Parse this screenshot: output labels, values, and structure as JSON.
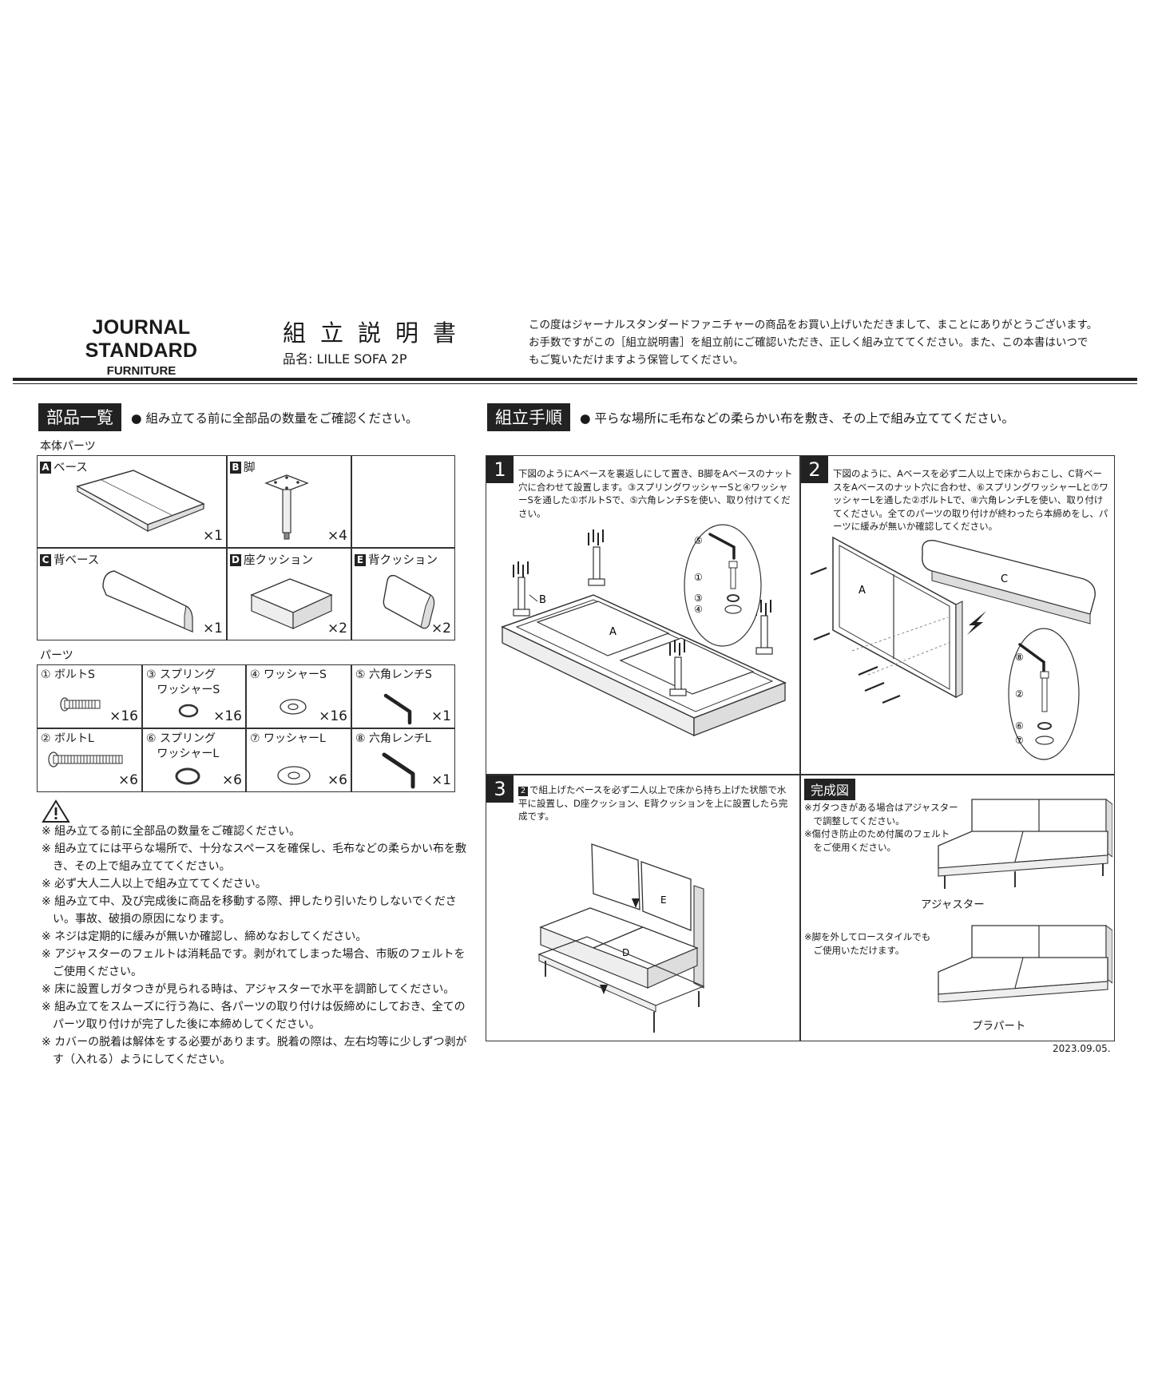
{
  "header": {
    "brand_main": "JOURNAL STANDARD",
    "brand_sub": "FURNITURE",
    "title": "組立説明書",
    "product": "品名: LILLE SOFA 2P",
    "intro": [
      "この度はジャーナルスタンダードファニチャーの商品をお買い上げいただきまして、まことにありがとうございます。",
      "お手数ですがこの［組立説明書］を組立前にご確認いただき、正しく組み立ててください。また、この本書はいつで",
      "もご覧いただけますよう保管してください。"
    ]
  },
  "parts_section": {
    "tag": "部品一覧",
    "note": "● 組み立てる前に全部品の数量をご確認ください。",
    "body_label": "本体パーツ",
    "body_parts": [
      {
        "letter": "A",
        "name": "ベース",
        "qty": "×1"
      },
      {
        "letter": "B",
        "name": "脚",
        "qty": "×4"
      },
      {
        "letter": "C",
        "name": "背ベース",
        "qty": "×1"
      },
      {
        "letter": "D",
        "name": "座クッション",
        "qty": "×2"
      },
      {
        "letter": "E",
        "name": "背クッション",
        "qty": "×2"
      }
    ],
    "parts_label": "パーツ",
    "parts": [
      {
        "label": "① ボルトS",
        "qty": "×16"
      },
      {
        "label": "③ スプリング\n   ワッシャーS",
        "qty": "×16"
      },
      {
        "label": "④ ワッシャーS",
        "qty": "×16"
      },
      {
        "label": "⑤ 六角レンチS",
        "qty": "×1"
      },
      {
        "label": "② ボルトL",
        "qty": "×6"
      },
      {
        "label": "⑥ スプリング\n   ワッシャーL",
        "qty": "×6"
      },
      {
        "label": "⑦ ワッシャーL",
        "qty": "×6"
      },
      {
        "label": "⑧ 六角レンチL",
        "qty": "×1"
      }
    ]
  },
  "warnings": [
    "※ 組み立てる前に全部品の数量をご確認ください。",
    "※ 組み立てには平らな場所で、十分なスペースを確保し、毛布などの柔らかい布を敷き、その上で組み立ててください。",
    "※ 必ず大人二人以上で組み立ててください。",
    "※ 組み立て中、及び完成後に商品を移動する際、押したり引いたりしないでください。事故、破損の原因になります。",
    "※ ネジは定期的に緩みが無いか確認し、締めなおしてください。",
    "※ アジャスターのフェルトは消耗品です。剥がれてしまった場合、市販のフェルトをご使用ください。",
    "※ 床に設置しガタつきが見られる時は、アジャスターで水平を調節してください。",
    "※ 組み立てをスムーズに行う為に、各パーツの取り付けは仮締めにしておき、全てのパーツ取り付けが完了した後に本締めしてください。",
    "※ カバーの脱着は解体をする必要があります。脱着の際は、左右均等に少しずつ剥がす（入れる）ようにしてください。"
  ],
  "assembly_section": {
    "tag": "組立手順",
    "note": "● 平らな場所に毛布などの柔らかい布を敷き、その上で組み立ててください。",
    "steps": [
      {
        "num": "1",
        "text": "下図のようにAベースを裏返しにして置き、B脚をAベースのナット穴に合わせて設置します。③スプリングワッシャーSと④ワッシャーSを通した①ボルトSで、⑤六角レンチSを使い、取り付けてください。"
      },
      {
        "num": "2",
        "text": "下図のように、Aベースを必ず二人以上で床からおこし、C背ベースをAベースのナット穴に合わせ、⑥スプリングワッシャーLと⑦ワッシャーLを通した②ボルトLで、⑧六角レンチLを使い、取り付けてください。全てのパーツの取り付けが終わったら本締めをし、パーツに緩みが無いか確認してください。"
      },
      {
        "num": "3",
        "ref": "2",
        "text": "で組上げたベースを必ず二人以上で床から持ち上げた状態で水平に設置し、D座クッション、E背クッションを上に設置したら完成です。"
      }
    ],
    "complete": {
      "tag": "完成図",
      "note1": "※ガタつきがある場合はアジャスター\n　で調整してください。\n※傷付き防止のため付属のフェルト\n　をご使用ください。",
      "adjuster": "アジャスター",
      "note2": "※脚を外してロースタイルでも\n　ご使用いただけます。",
      "plaparts": "プラパート"
    },
    "diagram_labels": {
      "a": "A",
      "b": "B",
      "c": "C",
      "d": "D",
      "e": "E",
      "n5": "⑤",
      "n1": "①",
      "n3": "③",
      "n4": "④",
      "n8": "⑧",
      "n2": "②",
      "n6": "⑥",
      "n7": "⑦"
    }
  },
  "date": "2023.09.05."
}
